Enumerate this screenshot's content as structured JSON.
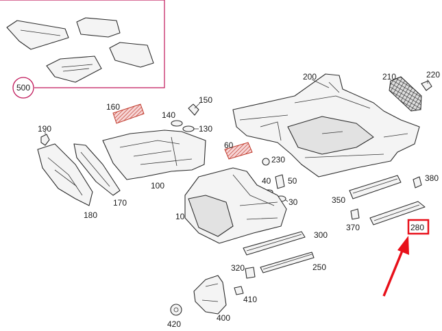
{
  "diagram": {
    "callouts": [
      {
        "id": "500",
        "label": "500"
      },
      {
        "id": "200",
        "label": "200"
      },
      {
        "id": "210",
        "label": "210"
      },
      {
        "id": "220",
        "label": "220"
      },
      {
        "id": "160",
        "label": "160"
      },
      {
        "id": "150",
        "label": "150"
      },
      {
        "id": "140",
        "label": "140"
      },
      {
        "id": "130",
        "label": "130"
      },
      {
        "id": "190",
        "label": "190"
      },
      {
        "id": "60",
        "label": "60"
      },
      {
        "id": "230",
        "label": "230"
      },
      {
        "id": "100",
        "label": "100"
      },
      {
        "id": "40",
        "label": "40"
      },
      {
        "id": "50",
        "label": "50"
      },
      {
        "id": "30",
        "label": "30"
      },
      {
        "id": "380",
        "label": "380"
      },
      {
        "id": "350",
        "label": "350"
      },
      {
        "id": "370",
        "label": "370"
      },
      {
        "id": "280",
        "label": "280"
      },
      {
        "id": "170",
        "label": "170"
      },
      {
        "id": "180",
        "label": "180"
      },
      {
        "id": "10",
        "label": "10"
      },
      {
        "id": "300",
        "label": "300"
      },
      {
        "id": "320",
        "label": "320"
      },
      {
        "id": "250",
        "label": "250"
      },
      {
        "id": "410",
        "label": "410"
      },
      {
        "id": "400",
        "label": "400"
      },
      {
        "id": "420",
        "label": "420"
      }
    ],
    "highlighted_part": "280",
    "highlight_color": "#e8101a",
    "inset_border_color": "#c0185a",
    "part_fill_color": "#f4f4f4",
    "line_color": "#2b2b2b"
  }
}
